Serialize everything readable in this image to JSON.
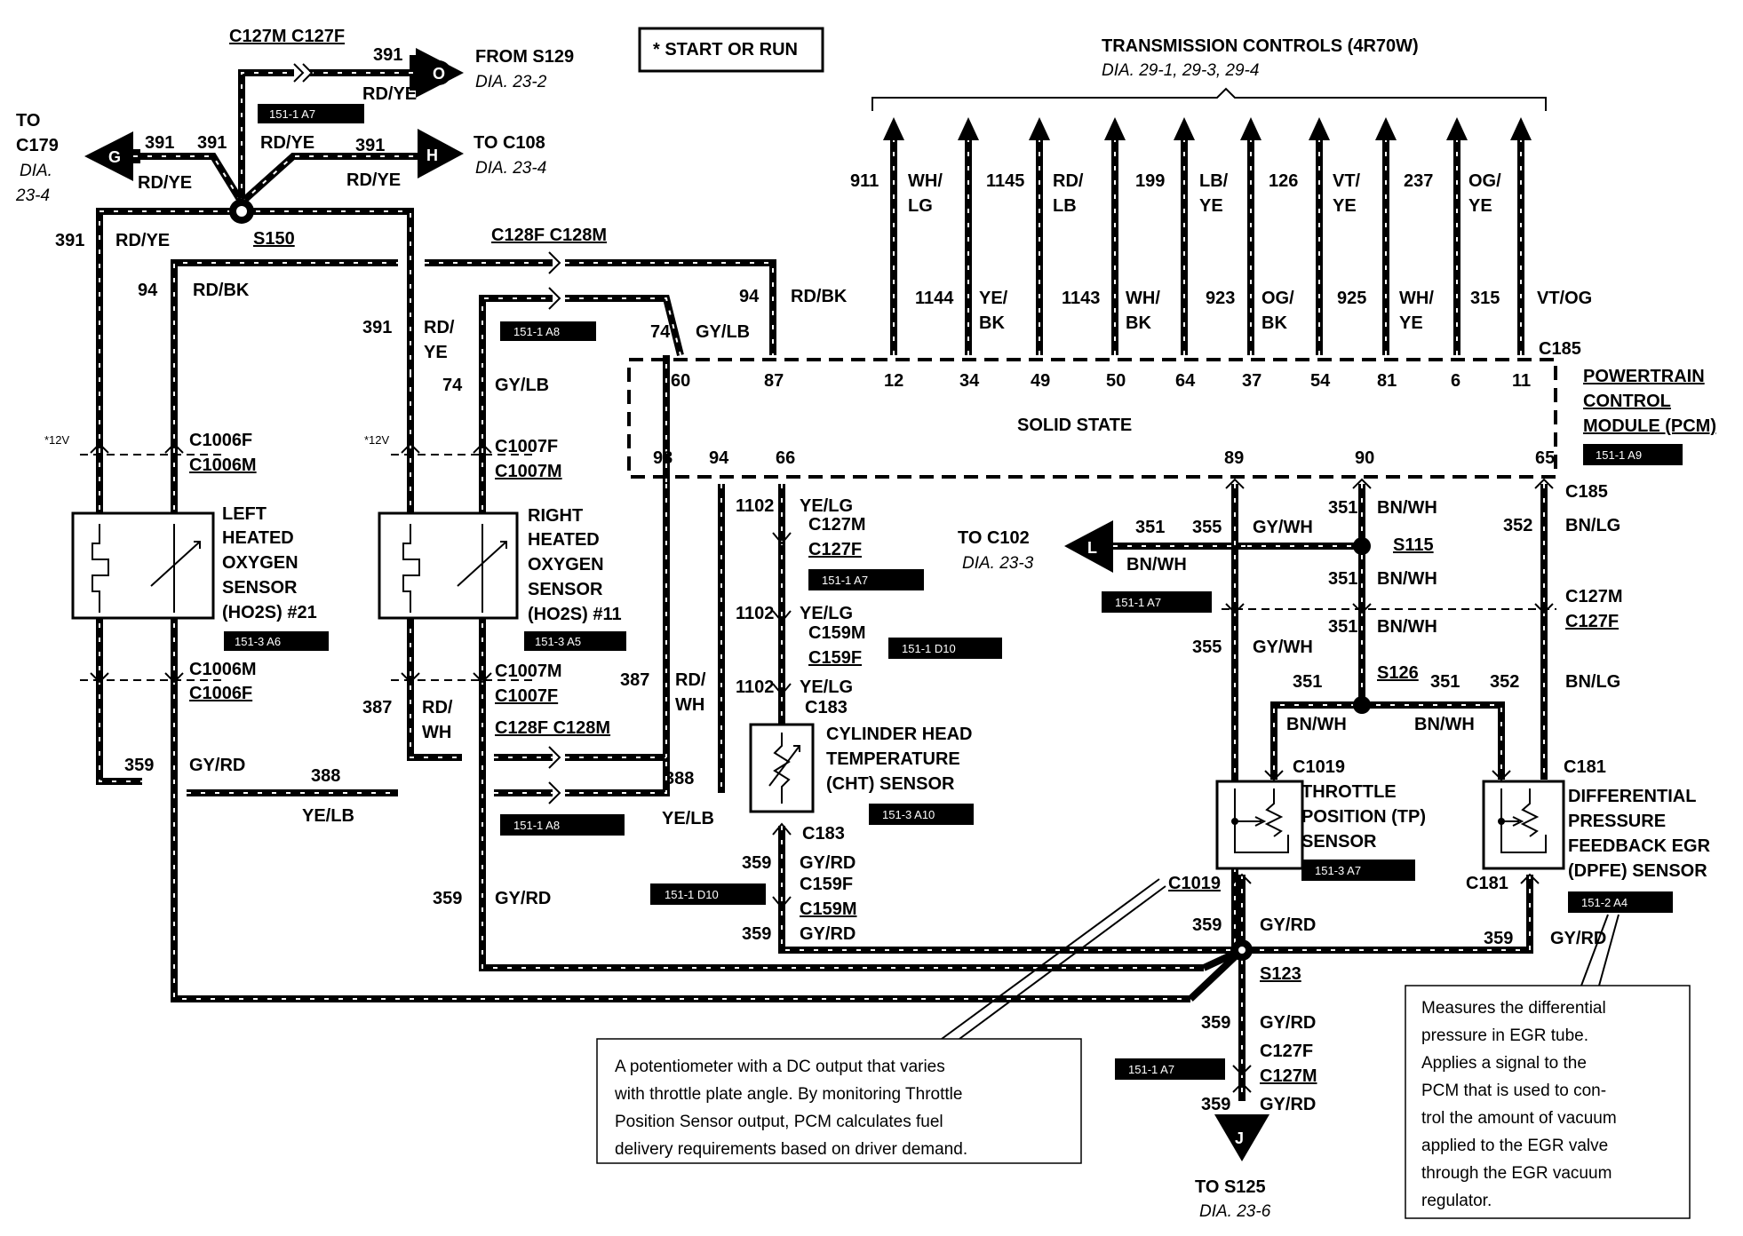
{
  "header": {
    "start_run": "* START OR RUN",
    "trans_title": "TRANSMISSION CONTROLS (4R70W)",
    "trans_dia": "DIA. 29-1, 29-3, 29-4",
    "c127_top": "C127M C127F",
    "from_s129": "FROM S129",
    "dia_23_2": "DIA. 23-2",
    "to_c179_1": "TO",
    "to_c179_2": "C179",
    "dia_23_4a": "DIA.",
    "dia_23_4b": "23-4",
    "to_c108": "TO C108",
    "dia_23_4": "DIA. 23-4",
    "s150": "S150",
    "c128_top": "C128F C128M"
  },
  "connectors": {
    "G": "G",
    "O": "O",
    "H": "H",
    "L": "L",
    "J": "J"
  },
  "tags": {
    "t1": "151-1 A7",
    "t2": "151-1 A8",
    "t3": "151-3 A6",
    "t4": "151-3 A5",
    "t5": "151-1 A8",
    "t6": "151-1 A7",
    "t7": "151-1 D10",
    "t8": "151-3 A10",
    "t9": "151-1 D10",
    "t10": "151-1 A9",
    "t11": "151-1 A7",
    "t12": "151-3 A7",
    "t13": "151-2 A4",
    "t14": "151-1 A7"
  },
  "wires": {
    "w391": "391",
    "rdye": "RD/YE",
    "rdbk": "RD/BK",
    "w94": "94",
    "rd": "RD/",
    "ye": "YE",
    "w74": "74",
    "gylb": "GY/LB",
    "w359": "359",
    "gyrd": "GY/RD",
    "w388": "388",
    "yelb": "YE/LB",
    "w387": "387",
    "wh": "WH",
    "w1102": "1102",
    "yelg": "YE/LG",
    "w351": "351",
    "bnwh": "BN/WH",
    "w355": "355",
    "gywh": "GY/WH",
    "w352": "352",
    "bnlg": "BN/LG",
    "w12v": "*12V"
  },
  "trans_wires": [
    {
      "num": "911",
      "color1": "WH/",
      "color2": "LG"
    },
    {
      "num": "1145",
      "color1": "RD/",
      "color2": "LB"
    },
    {
      "num": "199",
      "color1": "LB/",
      "color2": "YE"
    },
    {
      "num": "126",
      "color1": "VT/",
      "color2": "YE"
    },
    {
      "num": "237",
      "color1": "OG/",
      "color2": "YE"
    },
    {
      "num": "1144",
      "color1": "YE/",
      "color2": "BK"
    },
    {
      "num": "1143",
      "color1": "WH/",
      "color2": "BK"
    },
    {
      "num": "923",
      "color1": "OG/",
      "color2": "BK"
    },
    {
      "num": "925",
      "color1": "WH/",
      "color2": "YE"
    },
    {
      "num": "315",
      "color1": "VT/OG",
      "color2": ""
    }
  ],
  "pcm": {
    "c185": "C185",
    "c185b": "C185",
    "title1": "POWERTRAIN",
    "title2": "CONTROL",
    "title3": "MODULE (PCM)",
    "solid_state": "SOLID STATE",
    "top_pins": [
      "60",
      "87",
      "12",
      "34",
      "49",
      "50",
      "64",
      "37",
      "54",
      "81",
      "6",
      "11"
    ],
    "bottom_pins": [
      "93",
      "94",
      "66",
      "89",
      "90",
      "65"
    ]
  },
  "connector_labels": {
    "c1006f": "C1006F",
    "c1006m": "C1006M",
    "c1007f": "C1007F",
    "c1007m": "C1007M",
    "c128f_c128m": "C128F C128M",
    "c127m": "C127M",
    "c127f": "C127F",
    "c159m": "C159M",
    "c159f": "C159F",
    "c183": "C183",
    "c1019": "C1019",
    "c181": "C181",
    "s115": "S115",
    "s126": "S126",
    "s123": "S123"
  },
  "components": {
    "left_o2": [
      "LEFT",
      "HEATED",
      "OXYGEN",
      "SENSOR",
      "(HO2S) #21"
    ],
    "right_o2": [
      "RIGHT",
      "HEATED",
      "OXYGEN",
      "SENSOR",
      "(HO2S) #11"
    ],
    "cht": [
      "CYLINDER HEAD",
      "TEMPERATURE",
      "(CHT) SENSOR"
    ],
    "tp": [
      "THROTTLE",
      "POSITION (TP)",
      "SENSOR"
    ],
    "dpfe": [
      "DIFFERENTIAL",
      "PRESSURE",
      "FEEDBACK EGR",
      "(DPFE) SENSOR"
    ]
  },
  "destinations": {
    "to_c102": "TO C102",
    "dia_23_3": "DIA. 23-3",
    "to_s125": "TO S125",
    "dia_23_6": "DIA. 23-6"
  },
  "notes": {
    "tp_note": [
      "A potentiometer with a DC output that varies",
      "with throttle plate angle. By monitoring Throttle",
      "Position Sensor output, PCM calculates fuel",
      "delivery requirements based on driver demand."
    ],
    "dpfe_note": [
      "Measures the differential",
      "pressure in EGR tube.",
      "Applies a signal to the",
      "PCM that is used to con-",
      "trol the amount of vacuum",
      "applied to the EGR valve",
      "through the EGR vacuum",
      "regulator."
    ]
  }
}
